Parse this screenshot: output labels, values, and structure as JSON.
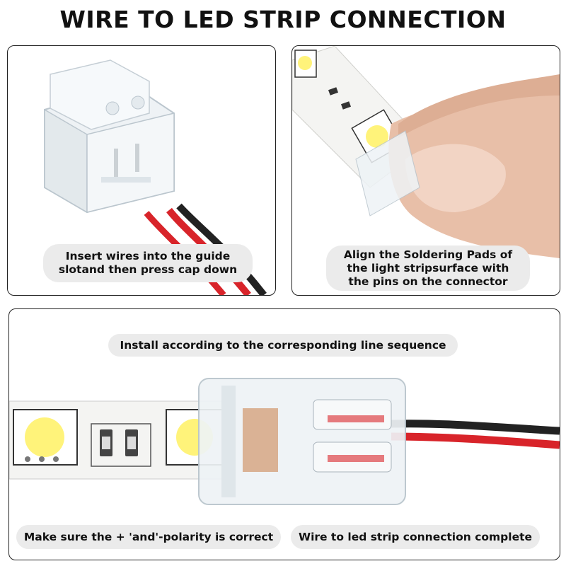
{
  "page": {
    "title": "WIRE TO LED STRIP CONNECTION"
  },
  "panels": {
    "top_left": {
      "caption_line1": "Insert wires into the guide",
      "caption_line2": "slotand then press cap down"
    },
    "top_right": {
      "caption_line1": "Align the Soldering Pads of",
      "caption_line2": "the light stripsurface with",
      "caption_line3": "the pins on the connector"
    },
    "bottom": {
      "caption_top": "Install according to the corresponding line sequence",
      "caption_bottom_left": "Make sure the + 'and'-polarity is correct",
      "caption_bottom_right": "Wire to led strip connection complete"
    }
  },
  "colors": {
    "wire_red": "#d8242a",
    "wire_black": "#222222",
    "led_yellow": "#fff37a",
    "skin": "#e8bfa8",
    "caption_bg": "#ebebeb"
  }
}
